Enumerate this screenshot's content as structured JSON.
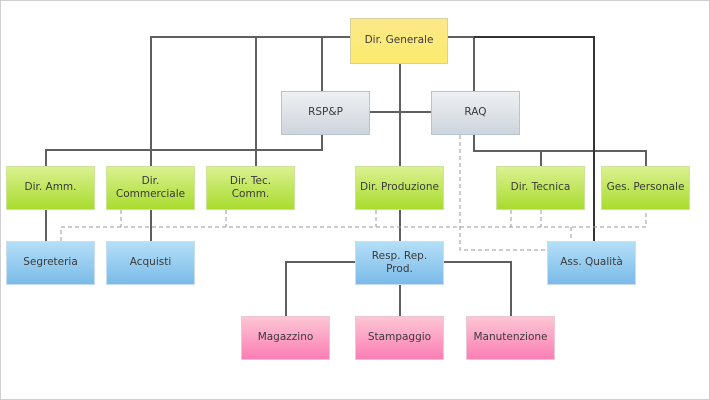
{
  "title": "Organigramma",
  "colors": {
    "top": "#fdea6e",
    "staff": "#cfd5dd",
    "direction": "#a8dc2e",
    "office": "#7bbbe9",
    "department": "#fb7eb5",
    "line_solid": "#5f5f5f",
    "line_dashed": "#9a9a9a"
  },
  "nodes": {
    "dir_generale": "Dir. Generale",
    "rspp": "RSP&P",
    "raq": "RAQ",
    "dir_amm": "Dir. Amm.",
    "dir_commerciale": "Dir. Commerciale",
    "dir_tec_comm": "Dir. Tec. Comm.",
    "dir_produzione": "Dir. Produzione",
    "dir_tecnica": "Dir. Tecnica",
    "ges_personale": "Ges. Personale",
    "segreteria": "Segreteria",
    "acquisti": "Acquisti",
    "resp_rep_prod": "Resp. Rep. Prod.",
    "ass_qualita": "Ass. Qualità",
    "magazzino": "Magazzino",
    "stampaggio": "Stampaggio",
    "manutenzione": "Manutenzione"
  },
  "connections": [
    {
      "from": "dir_generale",
      "to": "dir_commerciale",
      "style": "solid"
    },
    {
      "from": "dir_generale",
      "to": "dir_tec_comm",
      "style": "solid"
    },
    {
      "from": "dir_generale",
      "to": "rspp",
      "style": "solid"
    },
    {
      "from": "dir_generale",
      "to": "dir_produzione",
      "style": "solid"
    },
    {
      "from": "dir_generale",
      "to": "raq",
      "style": "solid"
    },
    {
      "from": "dir_generale",
      "to": "ass_qualita",
      "style": "solid"
    },
    {
      "from": "rspp",
      "to": "raq",
      "style": "solid"
    },
    {
      "from": "rspp",
      "to": "dir_amm",
      "style": "solid"
    },
    {
      "from": "raq",
      "to": "dir_tecnica",
      "style": "solid"
    },
    {
      "from": "raq",
      "to": "ges_personale",
      "style": "solid"
    },
    {
      "from": "dir_amm",
      "to": "segreteria",
      "style": "solid"
    },
    {
      "from": "dir_commerciale",
      "to": "acquisti",
      "style": "solid"
    },
    {
      "from": "dir_produzione",
      "to": "resp_rep_prod",
      "style": "solid"
    },
    {
      "from": "resp_rep_prod",
      "to": "magazzino",
      "style": "solid"
    },
    {
      "from": "resp_rep_prod",
      "to": "stampaggio",
      "style": "solid"
    },
    {
      "from": "resp_rep_prod",
      "to": "manutenzione",
      "style": "solid"
    },
    {
      "from": "dir_commerciale",
      "to": "segreteria",
      "style": "dashed"
    },
    {
      "from": "dir_tec_comm",
      "to": "segreteria",
      "style": "dashed"
    },
    {
      "from": "dir_produzione",
      "to": "segreteria",
      "style": "dashed"
    },
    {
      "from": "dir_tecnica",
      "to": "segreteria",
      "style": "dashed"
    },
    {
      "from": "ges_personale",
      "to": "segreteria",
      "style": "dashed"
    },
    {
      "from": "raq",
      "to": "ass_qualita",
      "style": "dashed"
    }
  ]
}
